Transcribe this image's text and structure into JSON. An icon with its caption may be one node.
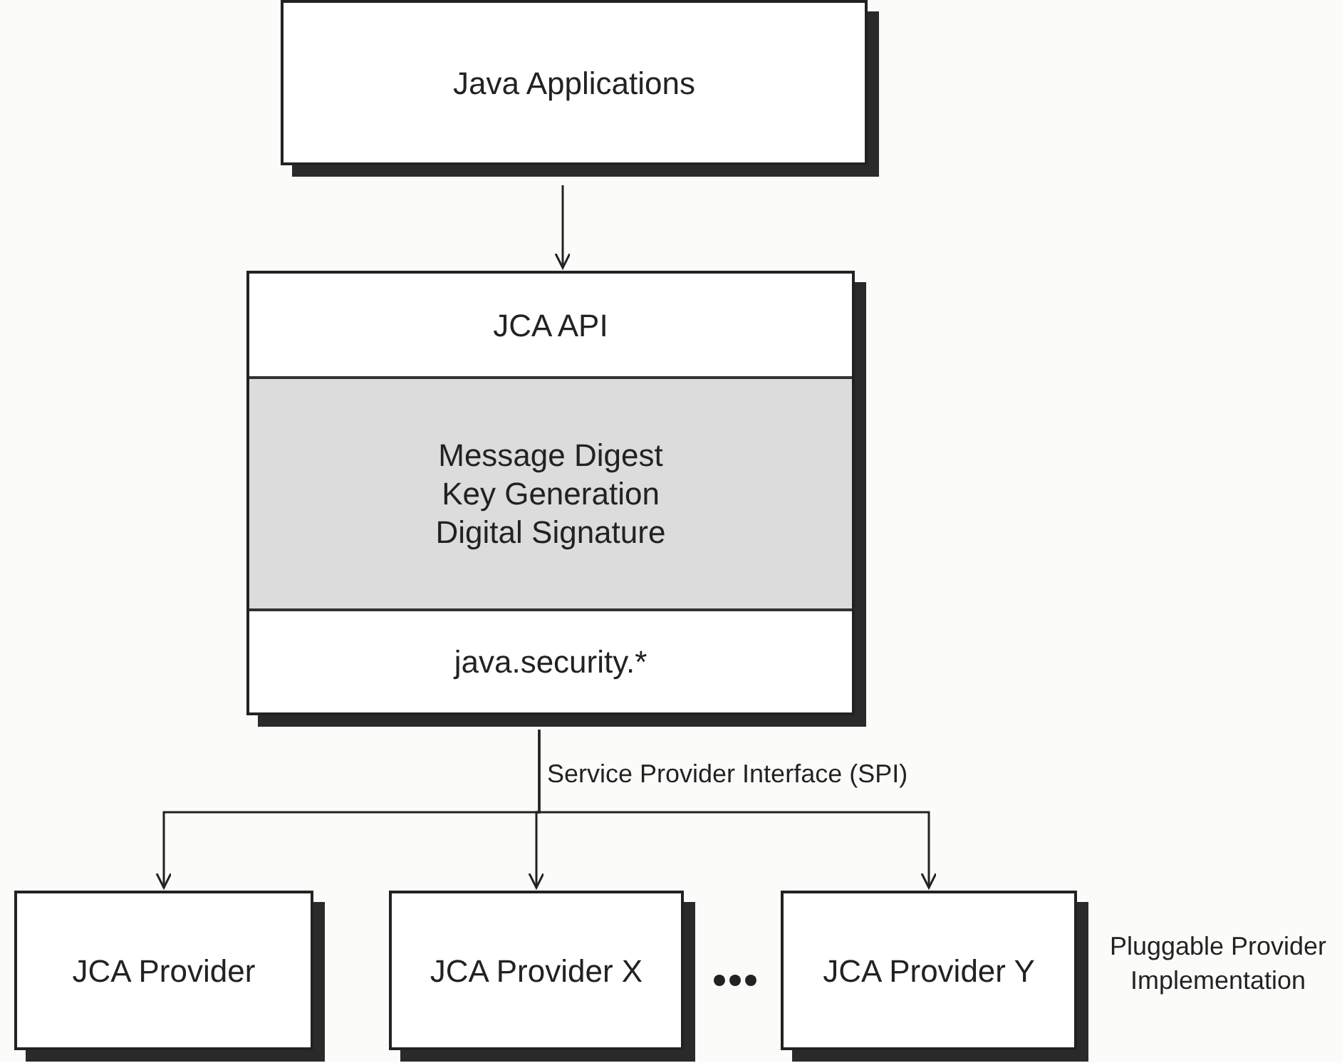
{
  "diagram": {
    "nodes": [
      {
        "text": [
          "Java Applications"
        ]
      },
      {
        "text": [],
        "shape": "box"
      },
      {
        "text": [
          "JCA API"
        ],
        "in": 1
      },
      {
        "text": [
          "Message Digest",
          "Key Generation",
          "Digital Signature"
        ],
        "in": 1
      },
      {
        "text": [
          "java.security.*"
        ],
        "in": 1
      },
      {
        "text": [
          "JCA Provider"
        ]
      },
      {
        "text": [
          "JCA Provider X"
        ]
      },
      {
        "text": [
          "JCA Provider Y"
        ]
      }
    ],
    "edges": [
      {
        "from": 0,
        "to": 1,
        "arrow": "to"
      },
      {
        "from": 1,
        "to": 5,
        "arrow": "to"
      },
      {
        "from": 1,
        "to": 6,
        "arrow": "to",
        "label": "Service Provider Interface (SPI)"
      },
      {
        "from": 1,
        "to": 7,
        "arrow": "to"
      }
    ],
    "labels": [
      "Pluggable Provider Implementation"
    ]
  }
}
